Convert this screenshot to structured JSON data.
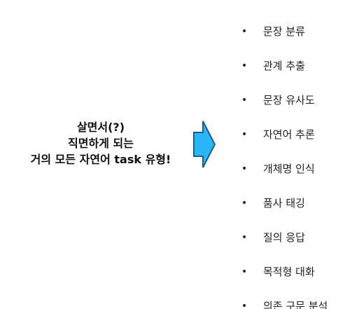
{
  "left_text": {
    "line1": "살면서(?)",
    "line2": "직면하게 되는",
    "line3": "거의 모든 자연어 task 유형!"
  },
  "arrow": {
    "icon": "right-arrow-icon",
    "fill": "#29b6f6",
    "stroke": "#1f5f8b"
  },
  "task_list": [
    {
      "bullet": "•",
      "label": "문장 분류"
    },
    {
      "bullet": "•",
      "label": "관계 추출"
    },
    {
      "bullet": "•",
      "label": "문장 유사도"
    },
    {
      "bullet": "•",
      "label": "자연어 추론"
    },
    {
      "bullet": "•",
      "label": "개체명 인식"
    },
    {
      "bullet": "•",
      "label": "품사 태깅"
    },
    {
      "bullet": "•",
      "label": "질의 응답"
    },
    {
      "bullet": "•",
      "label": "목적형 대화"
    },
    {
      "bullet": "•",
      "label": "의존 구문 분석"
    }
  ]
}
